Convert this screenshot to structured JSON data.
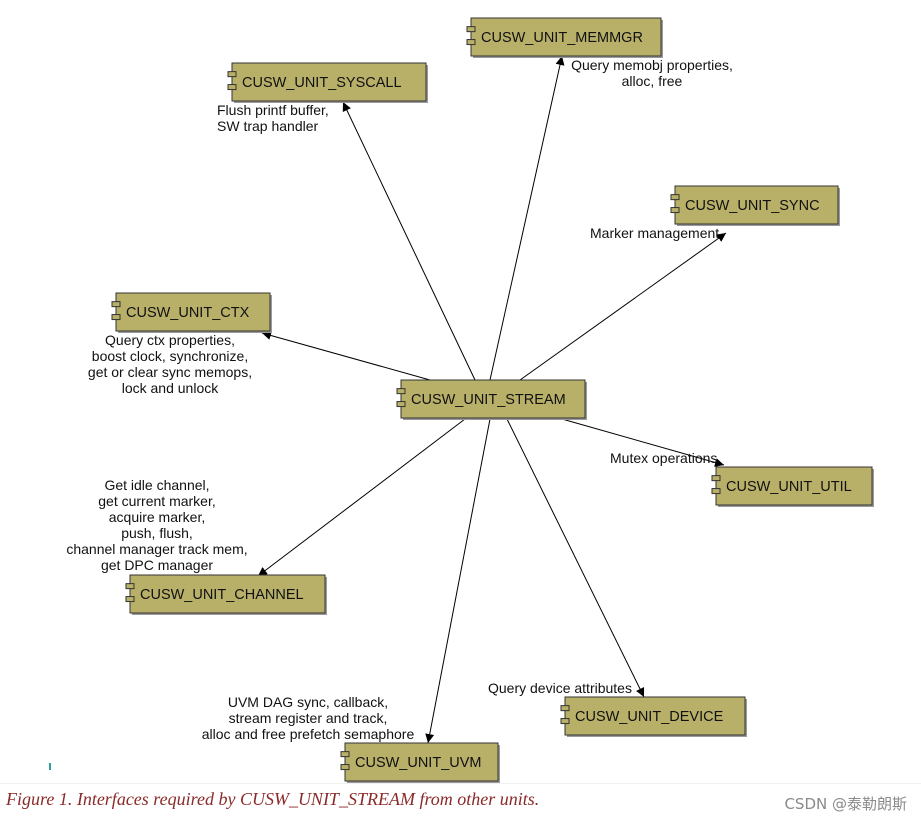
{
  "diagram": {
    "center": "CUSW_UNIT_STREAM",
    "units": [
      {
        "id": "memmgr",
        "label": "CUSW_UNIT_MEMMGR",
        "annotation": [
          "Query memobj properties,",
          "alloc, free"
        ]
      },
      {
        "id": "syscall",
        "label": "CUSW_UNIT_SYSCALL",
        "annotation": [
          "Flush printf buffer,",
          "SW trap handler"
        ]
      },
      {
        "id": "sync",
        "label": "CUSW_UNIT_SYNC",
        "annotation": [
          "Marker management"
        ]
      },
      {
        "id": "ctx",
        "label": "CUSW_UNIT_CTX",
        "annotation": [
          "Query ctx properties,",
          "boost clock, synchronize,",
          "get or clear sync memops,",
          "lock and unlock"
        ]
      },
      {
        "id": "util",
        "label": "CUSW_UNIT_UTIL",
        "annotation": [
          "Mutex operations"
        ]
      },
      {
        "id": "channel",
        "label": "CUSW_UNIT_CHANNEL",
        "annotation": [
          "Get idle channel,",
          "get current marker,",
          "acquire marker,",
          "push, flush,",
          "channel manager track mem,",
          "get DPC manager"
        ]
      },
      {
        "id": "device",
        "label": "CUSW_UNIT_DEVICE",
        "annotation": [
          "Query device attributes"
        ]
      },
      {
        "id": "uvm",
        "label": "CUSW_UNIT_UVM",
        "annotation": [
          "UVM DAG sync, callback,",
          "stream register and track,",
          "alloc and free prefetch semaphore"
        ]
      }
    ],
    "box_fill": "#b8b069",
    "box_stroke": "#333333"
  },
  "caption": "Figure 1. Interfaces required by CUSW_UNIT_STREAM from other units.",
  "watermark": "CSDN @泰勒朗斯"
}
